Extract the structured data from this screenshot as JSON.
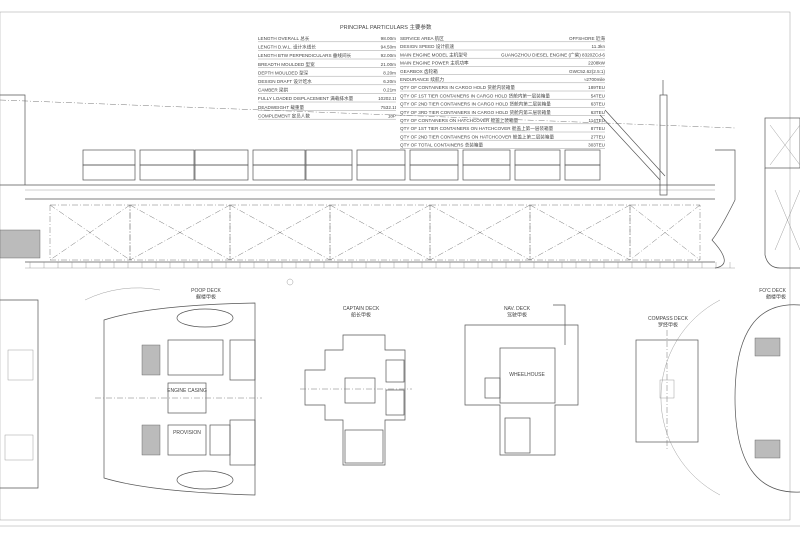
{
  "table": {
    "title": "PRINCIPAL PARTICULARS 主要参数",
    "left": [
      {
        "label": "LENGTH OVERALL 总长",
        "value": "98.00m"
      },
      {
        "label": "LENGTH D.W.L. 设计水线长",
        "value": "94.50m"
      },
      {
        "label": "LENGTH BTW PERPENDICULARS 垂线间长",
        "value": "92.00m"
      },
      {
        "label": "BREADTH MOULDED 型宽",
        "value": "21.00m"
      },
      {
        "label": "DEPTH MOULDED 型深",
        "value": "8.20m"
      },
      {
        "label": "DESIGN DRAFT 设计吃水",
        "value": "6.20m"
      },
      {
        "label": "CAMBER 梁拱",
        "value": "0.21m"
      },
      {
        "label": "FULLY LOADED DISPLACEMENT 满载排水量",
        "value": "10202.1t"
      },
      {
        "label": "DEADWEIGHT 载重量",
        "value": "7532.1t"
      },
      {
        "label": "COMPLEMENT 定员人数",
        "value": "18P"
      }
    ],
    "right": [
      {
        "label": "SERVICE AREA 航区",
        "value": "OFFSHORE 近海"
      },
      {
        "label": "DESIGN SPEED 设计航速",
        "value": "11.3kn"
      },
      {
        "label": "MAIN ENGINE MODEL 主机型号",
        "value": "GUANGZHOU DIESEL ENGINE (广柴) 8320ZCd-6"
      },
      {
        "label": "MAIN ENGINE POWER 主机功率",
        "value": "2208kW"
      },
      {
        "label": "GEARBOX 齿轮箱",
        "value": "GWC52.62(2.5:1)"
      },
      {
        "label": "ENDURANCE 续航力",
        "value": "≈2700mile"
      },
      {
        "label": "QTY OF CONTAINERS IN CARGO HOLD 货舱内装箱量",
        "value": "189TEU"
      },
      {
        "label": "QTY OF 1ST TIER CONTAINERS IN CARGO HOLD 货舱内第一层装箱量",
        "value": "54TEU"
      },
      {
        "label": "QTY OF 2ND TIER CONTAINERS IN CARGO HOLD 货舱内第二层装箱量",
        "value": "63TEU"
      },
      {
        "label": "QTY OF 3RD TIER CONTAINERS IN CARGO HOLD 货舱内第三层装箱量",
        "value": "63TEU"
      },
      {
        "label": "QTY OF CONTAINERS ON HATCHCOVER 舱盖上装箱量",
        "value": "114TEU"
      },
      {
        "label": "QTY OF 1ST TIER CONTAINERS ON HATCHCOVER 舱盖上第一层装箱量",
        "value": "87TEU"
      },
      {
        "label": "QTY OF 2ND TIER CONTAINERS ON HATCHCOVER 舱盖上第二层装箱量",
        "value": "27TEU"
      },
      {
        "label": "QTY OF TOTAL CONTAINERS 总装箱量",
        "value": "303TEU"
      }
    ]
  },
  "decks": {
    "poop": {
      "name": "POOP DECK",
      "cn": "艉楼甲板"
    },
    "captain": {
      "name": "CAPTAIN DECK",
      "cn": "船长甲板"
    },
    "nav": {
      "name": "NAV. DECK",
      "cn": "驾驶甲板"
    },
    "compass": {
      "name": "COMPASS DECK",
      "cn": "罗经甲板"
    },
    "foc": {
      "name": "FO'C DECK",
      "cn": "艏楼甲板"
    }
  },
  "rooms": {
    "engine_casing": "ENGINE CASING",
    "provision": "PROVISION",
    "wheelhouse": "WHEELHOUSE"
  },
  "colors": {
    "line": "#555555",
    "background": "#ffffff"
  }
}
